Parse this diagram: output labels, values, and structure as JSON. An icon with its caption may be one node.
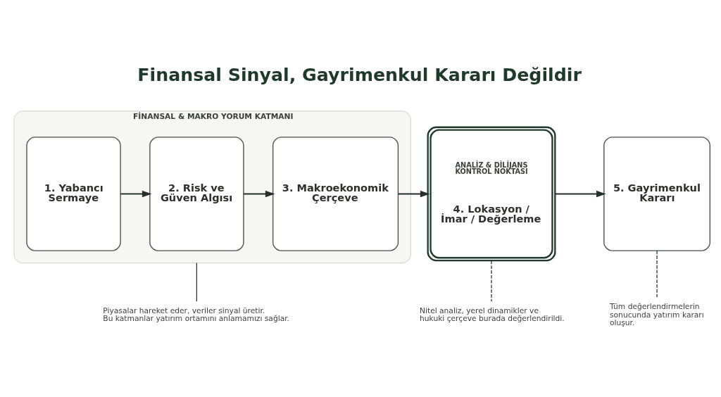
{
  "diagram": {
    "title": "Finansal Sinyal, Gayrimenkul Kararı Değildir",
    "nodes": [
      {
        "text": [
          "FİNANSAL & MAKRO YORUM KATMANI"
        ]
      },
      {
        "text": [
          "1. Yabancı Sermaye"
        ],
        "in": 0
      },
      {
        "text": [
          "2. Risk ve Güven Algısı"
        ],
        "in": 0
      },
      {
        "text": [
          "3. Makroekonomik Çerçeve"
        ],
        "in": 0
      },
      {
        "text": [
          "ANALİZ & DİLİJANS KONTROL NOKTASI",
          "4. Lokasyon / İmar / Değerleme"
        ]
      },
      {
        "text": [
          "5. Gayrimenkul Kararı"
        ]
      },
      {
        "text": [
          "Piyasalar hareket eder, veriler sinyal üretir. Bu katmanlar yatırım ortamını anlamamızı sağlar."
        ]
      },
      {
        "text": [
          "Nitel analiz, yerel dinamikler ve hukuki çerçeve burada değerlendirildi."
        ]
      },
      {
        "text": [
          "Tüm değerlendirmelerin sonucunda yatırım kararı oluşur."
        ]
      }
    ],
    "edges": [
      {
        "from": 1,
        "to": 2,
        "arrow": "to"
      },
      {
        "from": 2,
        "to": 3,
        "arrow": "to"
      },
      {
        "from": 3,
        "to": 4,
        "arrow": "to"
      },
      {
        "from": 4,
        "to": 5,
        "arrow": "to"
      },
      {
        "from": 0,
        "to": 6,
        "arrow": "none"
      },
      {
        "from": 4,
        "to": 7,
        "arrow": "none",
        "style": "dashed"
      },
      {
        "from": 5,
        "to": 8,
        "arrow": "none",
        "style": "dashed"
      }
    ]
  }
}
